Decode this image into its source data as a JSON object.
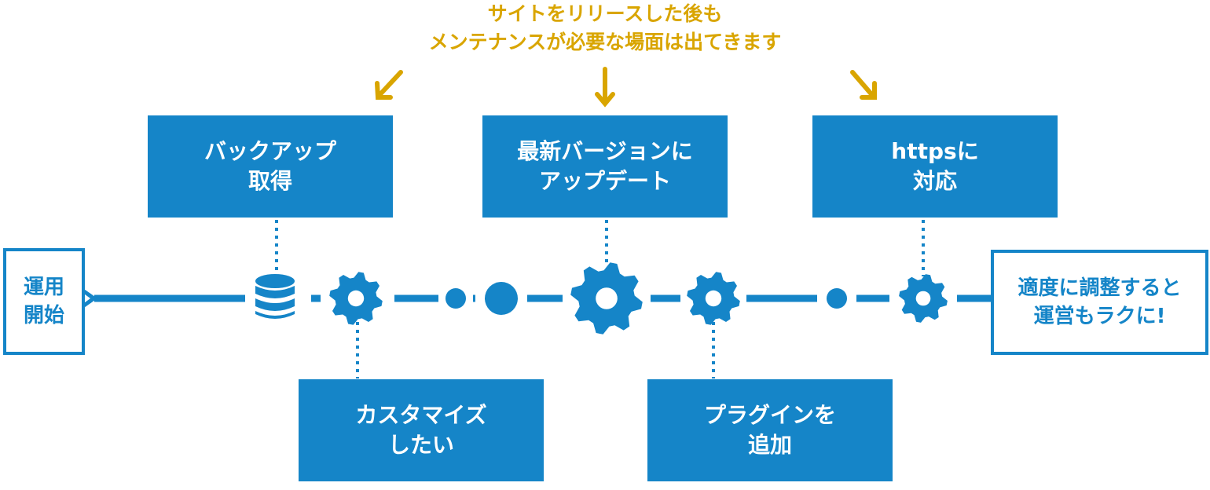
{
  "callout": {
    "line1": "サイトをリリースした後も",
    "line2": "メンテナンスが必要な場面は出てきます"
  },
  "start_box": {
    "line1": "運用",
    "line2": "開始"
  },
  "end_box": {
    "line1": "適度に調整すると",
    "line2": "運営もラクに!"
  },
  "tasks_top": [
    {
      "line1": "バックアップ",
      "line2": "取得"
    },
    {
      "line1": "最新バージョンに",
      "line2": "アップデート"
    },
    {
      "line1": "httpsに",
      "line2": "対応"
    }
  ],
  "tasks_bottom": [
    {
      "line1": "カスタマイズ",
      "line2": "したい"
    },
    {
      "line1": "プラグインを",
      "line2": "追加"
    }
  ],
  "colors": {
    "blue": "#1585c8",
    "gold": "#d9a500",
    "white": "#ffffff"
  }
}
